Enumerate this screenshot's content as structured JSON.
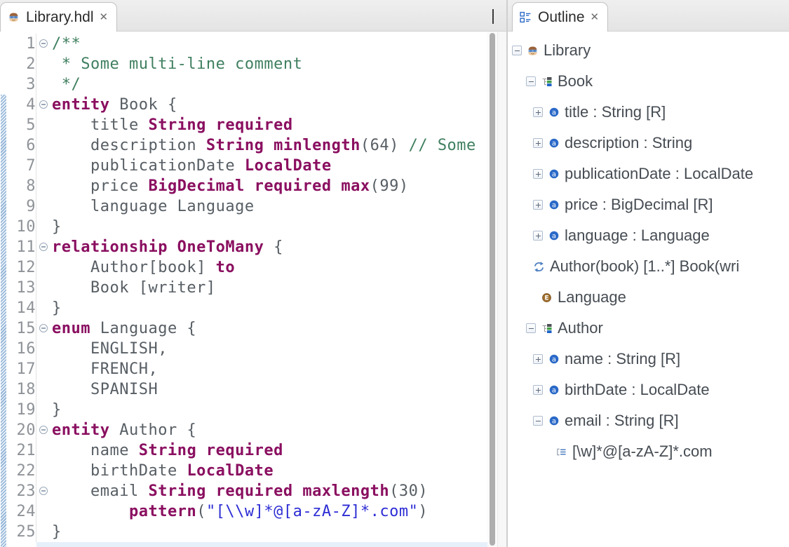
{
  "colors": {
    "keyword": "#8A0F60",
    "comment": "#3F7F5F",
    "string": "#2D2DD5",
    "plain_code": "#575E64",
    "line_number": "#8F9398",
    "current_line_highlight": "#E6F0FB",
    "attribute_icon_blue": "#2A69C8",
    "enum_icon_bronze": "#A2702F",
    "entity_icon_green": "#3E9E45",
    "entity_icon_blue": "#1E63C8"
  },
  "editor": {
    "tab": {
      "title": "Library.hdl",
      "icon": "model-icon",
      "close_glyph": "✕"
    },
    "lines": [
      {
        "n": "1",
        "fold": true,
        "seg": [
          [
            "cm",
            "/**"
          ]
        ]
      },
      {
        "n": "2",
        "seg": [
          [
            "cm",
            " * Some multi-line comment"
          ]
        ]
      },
      {
        "n": "3",
        "seg": [
          [
            "cm",
            " */"
          ]
        ]
      },
      {
        "n": "4",
        "fold": true,
        "seg": [
          [
            "kw",
            "entity"
          ],
          [
            "plain",
            " Book {"
          ]
        ]
      },
      {
        "n": "5",
        "seg": [
          [
            "plain",
            "    title "
          ],
          [
            "kw",
            "String required"
          ]
        ]
      },
      {
        "n": "6",
        "seg": [
          [
            "plain",
            "    description "
          ],
          [
            "kw",
            "String minlength"
          ],
          [
            "plain",
            "(64) "
          ],
          [
            "cm",
            "// Some"
          ]
        ]
      },
      {
        "n": "7",
        "seg": [
          [
            "plain",
            "    publicationDate "
          ],
          [
            "kw",
            "LocalDate"
          ]
        ]
      },
      {
        "n": "8",
        "seg": [
          [
            "plain",
            "    price "
          ],
          [
            "kw",
            "BigDecimal required max"
          ],
          [
            "plain",
            "(99)"
          ]
        ]
      },
      {
        "n": "9",
        "seg": [
          [
            "plain",
            "    language Language"
          ]
        ]
      },
      {
        "n": "10",
        "seg": [
          [
            "plain",
            "}"
          ]
        ]
      },
      {
        "n": "11",
        "fold": true,
        "seg": [
          [
            "kw",
            "relationship OneToMany"
          ],
          [
            "plain",
            " {"
          ]
        ]
      },
      {
        "n": "12",
        "seg": [
          [
            "plain",
            "    Author[book] "
          ],
          [
            "kw",
            "to"
          ]
        ]
      },
      {
        "n": "13",
        "seg": [
          [
            "plain",
            "    Book [writer]"
          ]
        ]
      },
      {
        "n": "14",
        "seg": [
          [
            "plain",
            "}"
          ]
        ]
      },
      {
        "n": "15",
        "fold": true,
        "seg": [
          [
            "kw",
            "enum"
          ],
          [
            "plain",
            " Language {"
          ]
        ]
      },
      {
        "n": "16",
        "seg": [
          [
            "plain",
            "    ENGLISH,"
          ]
        ]
      },
      {
        "n": "17",
        "seg": [
          [
            "plain",
            "    FRENCH,"
          ]
        ]
      },
      {
        "n": "18",
        "seg": [
          [
            "plain",
            "    SPANISH"
          ]
        ]
      },
      {
        "n": "19",
        "seg": [
          [
            "plain",
            "}"
          ]
        ]
      },
      {
        "n": "20",
        "fold": true,
        "seg": [
          [
            "kw",
            "entity"
          ],
          [
            "plain",
            " Author {"
          ]
        ]
      },
      {
        "n": "21",
        "seg": [
          [
            "plain",
            "    name "
          ],
          [
            "kw",
            "String required"
          ]
        ]
      },
      {
        "n": "22",
        "seg": [
          [
            "plain",
            "    birthDate "
          ],
          [
            "kw",
            "LocalDate"
          ]
        ]
      },
      {
        "n": "23",
        "fold": true,
        "seg": [
          [
            "plain",
            "    email "
          ],
          [
            "kw",
            "String required maxlength"
          ],
          [
            "plain",
            "(30)"
          ]
        ]
      },
      {
        "n": "24",
        "seg": [
          [
            "plain",
            "        "
          ],
          [
            "kw",
            "pattern"
          ],
          [
            "plain",
            "("
          ],
          [
            "str",
            "\"[\\\\w]*@[a-zA-Z]*.com\""
          ],
          [
            "plain",
            ")"
          ]
        ]
      },
      {
        "n": "25",
        "seg": [
          [
            "plain",
            "}"
          ]
        ]
      }
    ]
  },
  "outline": {
    "tab": {
      "title": "Outline",
      "icon": "outline-view-icon",
      "close_glyph": "✕"
    },
    "items": [
      {
        "level": 0,
        "expander": "minus",
        "icon": "model-icon",
        "label": "Library"
      },
      {
        "level": 1,
        "expander": "minus",
        "icon": "entity-icon",
        "label": "Book"
      },
      {
        "level": 2,
        "expander": "plus",
        "icon": "attribute-icon",
        "label": "title : String [R]"
      },
      {
        "level": 2,
        "expander": "plus",
        "icon": "attribute-icon",
        "label": "description : String"
      },
      {
        "level": 2,
        "expander": "plus",
        "icon": "attribute-icon",
        "label": "publicationDate : LocalDate"
      },
      {
        "level": 2,
        "expander": "plus",
        "icon": "attribute-icon",
        "label": "price : BigDecimal [R]"
      },
      {
        "level": 2,
        "expander": "plus",
        "icon": "attribute-icon",
        "label": "language : Language"
      },
      {
        "level": 2,
        "expander": null,
        "spacer": false,
        "icon": "relationship-icon",
        "label": "Author(book) [1..*] Book(wri"
      },
      {
        "level": 1,
        "expander": null,
        "spacer": true,
        "icon": "enum-icon",
        "label": "Language"
      },
      {
        "level": 1,
        "expander": "minus",
        "icon": "entity-icon",
        "label": "Author"
      },
      {
        "level": 2,
        "expander": "plus",
        "icon": "attribute-icon",
        "label": "name : String [R]"
      },
      {
        "level": 2,
        "expander": "plus",
        "icon": "attribute-icon",
        "label": "birthDate : LocalDate"
      },
      {
        "level": 2,
        "expander": "minus",
        "icon": "attribute-icon",
        "label": "email : String [R]"
      },
      {
        "level": 3,
        "expander": null,
        "spacer": false,
        "icon": "pattern-icon",
        "label": "[\\w]*@[a-zA-Z]*.com"
      }
    ]
  }
}
